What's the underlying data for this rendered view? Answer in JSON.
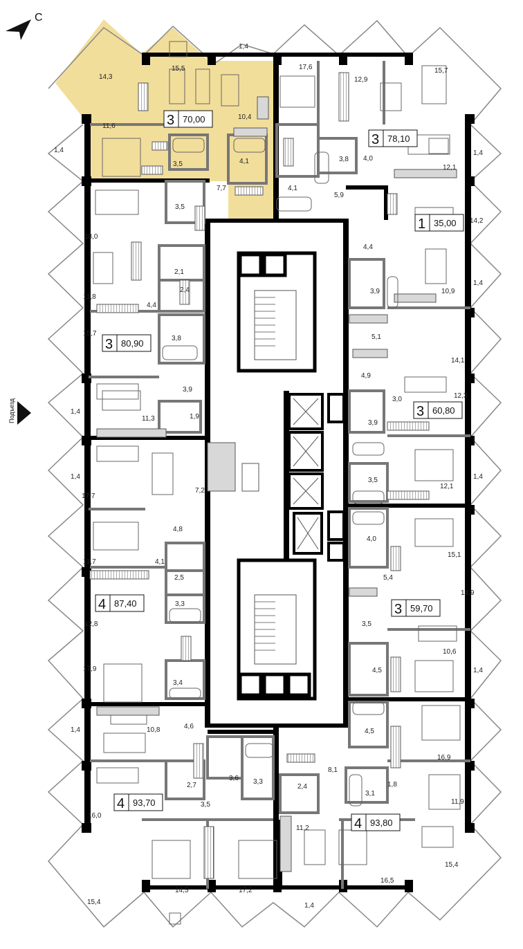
{
  "compass": {
    "north_label": "С"
  },
  "entrance": {
    "label": "Подъезд"
  },
  "highlight_color": "#f2de9b",
  "apartments": [
    {
      "id": "a70",
      "rooms": "3",
      "area": "70,00"
    },
    {
      "id": "a7810",
      "rooms": "3",
      "area": "78,10"
    },
    {
      "id": "a35",
      "rooms": "1",
      "area": "35,00"
    },
    {
      "id": "a8090",
      "rooms": "3",
      "area": "80,90"
    },
    {
      "id": "a6080",
      "rooms": "3",
      "area": "60,80"
    },
    {
      "id": "a5970",
      "rooms": "3",
      "area": "59,70"
    },
    {
      "id": "a8740",
      "rooms": "4",
      "area": "87,40"
    },
    {
      "id": "a9370",
      "rooms": "4",
      "area": "93,70"
    },
    {
      "id": "a9380",
      "rooms": "4",
      "area": "93,80"
    }
  ],
  "room_areas": {
    "r1": "14,3",
    "r2": "15,5",
    "r3": "1,4",
    "r4": "17,6",
    "r5": "12,9",
    "r6": "15,7",
    "r7": "10,4",
    "r8": "11,6",
    "r9": "1,4",
    "r10": "3,5",
    "r11": "4,1",
    "r12": "3,8",
    "r13": "4,0",
    "r14": "12,1",
    "r15": "1,4",
    "r16": "7,7",
    "r17": "4,1",
    "r18": "5,9",
    "r19": "3,5",
    "r20": "14,2",
    "r21": "18,0",
    "r22": "4,4",
    "r23": "2,1",
    "r24": "1,4",
    "r25": "10,9",
    "r26": "2,4",
    "r27": "3,9",
    "r28": "11,8",
    "r29": "4,4",
    "r30": "3,8",
    "r31": "15,7",
    "r32": "5,1",
    "r33": "14,1",
    "r34": "3,9",
    "r35": "4,9",
    "r36": "3,0",
    "r37": "12,3",
    "r38": "1,4",
    "r39": "11,3",
    "r40": "1,9",
    "r41": "3,9",
    "r42": "1,4",
    "r43": "7,2",
    "r44": "17,7",
    "r45": "3,5",
    "r46": "12,1",
    "r47": "1,4",
    "r48": "4,8",
    "r49": "4,0",
    "r50": "15,1",
    "r51": "11,7",
    "r52": "4,1",
    "r53": "2,5",
    "r54": "5,4",
    "r55": "14,9",
    "r56": "3,3",
    "r57": "12,8",
    "r58": "3,5",
    "r59": "10,6",
    "r60": "4,5",
    "r61": "1,4",
    "r62": "17,9",
    "r63": "3,4",
    "r64": "1,4",
    "r65": "10,8",
    "r66": "4,6",
    "r67": "4,5",
    "r68": "16,9",
    "r69": "8,1",
    "r70": "2,7",
    "r71": "3,6",
    "r72": "3,3",
    "r73": "2,4",
    "r74": "1,8",
    "r75": "3,1",
    "r76": "11,9",
    "r77": "16,0",
    "r78": "3,5",
    "r79": "11,2",
    "r80": "14,5",
    "r81": "17,2",
    "r82": "16,5",
    "r83": "15,4",
    "r84": "15,4",
    "r85": "1,4"
  }
}
